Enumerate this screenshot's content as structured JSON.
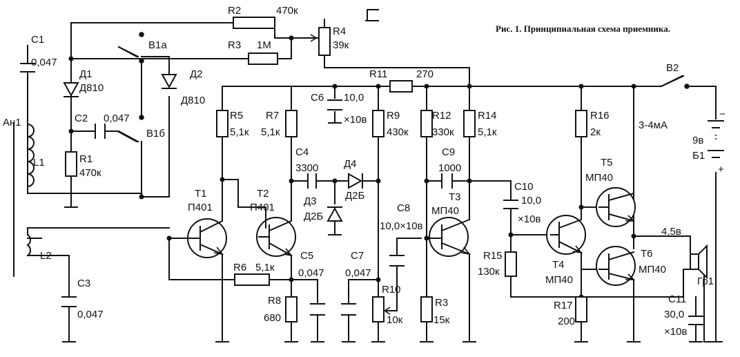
{
  "caption": "Рис. 1. Принципиальная схема приемника.",
  "components": {
    "C1": {
      "ref": "C1",
      "value": "0,047"
    },
    "D1": {
      "ref": "Д1",
      "value": "Д810"
    },
    "D2": {
      "ref": "Д2",
      "value": "Д810"
    },
    "C2": {
      "ref": "C2",
      "value": "0,047"
    },
    "R1": {
      "ref": "R1",
      "value": "470к"
    },
    "R2": {
      "ref": "R2",
      "value": "470к"
    },
    "R3": {
      "ref": "R3",
      "value": "1М"
    },
    "R4": {
      "ref": "R4",
      "value": "39к"
    },
    "B1a": {
      "ref": "B1а"
    },
    "B1b": {
      "ref": "B1б"
    },
    "Ant": {
      "ref": "Ан1"
    },
    "L1": {
      "ref": "L1"
    },
    "L2": {
      "ref": "L2"
    },
    "C3": {
      "ref": "C3",
      "value": "0,047"
    },
    "R5": {
      "ref": "R5",
      "value": "5,1к"
    },
    "R7": {
      "ref": "R7",
      "value": "5,1к"
    },
    "T1": {
      "ref": "T1",
      "value": "П401"
    },
    "T2": {
      "ref": "T2",
      "value": "П401"
    },
    "R6": {
      "ref": "R6",
      "value": "5,1к"
    },
    "R8": {
      "ref": "R8",
      "value": "680"
    },
    "C5": {
      "ref": "C5",
      "value": "0,047"
    },
    "C6": {
      "ref": "C6",
      "value": "10,0",
      "voltage": "×10в"
    },
    "C4": {
      "ref": "C4",
      "value": "3300"
    },
    "D3": {
      "ref": "Д3",
      "value": "Д2Б"
    },
    "D4": {
      "ref": "Д4",
      "value": "Д2Б"
    },
    "R9": {
      "ref": "R9",
      "value": "430к"
    },
    "C7": {
      "ref": "C7",
      "value": "0,047"
    },
    "C8": {
      "ref": "C8",
      "value": "10,0×10в"
    },
    "R10": {
      "ref": "R10",
      "value": "10к"
    },
    "R11": {
      "ref": "R11",
      "value": "270"
    },
    "R12": {
      "ref": "R12",
      "value": "330к"
    },
    "R14": {
      "ref": "R14",
      "value": "5,1к"
    },
    "C9": {
      "ref": "C9",
      "value": "1000"
    },
    "T3": {
      "ref": "T3",
      "value": "МП40"
    },
    "R13": {
      "ref": "R3",
      "value": "15к"
    },
    "C10": {
      "ref": "C10",
      "value": "10,0",
      "voltage": "×10в"
    },
    "R15": {
      "ref": "R15",
      "value": "130к"
    },
    "T4": {
      "ref": "T4",
      "value": "МП40"
    },
    "T5": {
      "ref": "T5",
      "value": "МП40"
    },
    "T6": {
      "ref": "T6",
      "value": "МП40"
    },
    "R16": {
      "ref": "R16",
      "value": "2к"
    },
    "R17": {
      "ref": "R17",
      "value": "200"
    },
    "C11": {
      "ref": "C11",
      "value": "30,0",
      "voltage": "×10в"
    },
    "Gr1": {
      "ref": "Гр1"
    },
    "B2": {
      "ref": "B2"
    },
    "current": {
      "value": "3-4мА"
    },
    "volt45": {
      "value": "4,5в"
    },
    "battery": {
      "ref": "Б1",
      "voltage": "9в",
      "minus": "−",
      "plus": "+"
    }
  }
}
